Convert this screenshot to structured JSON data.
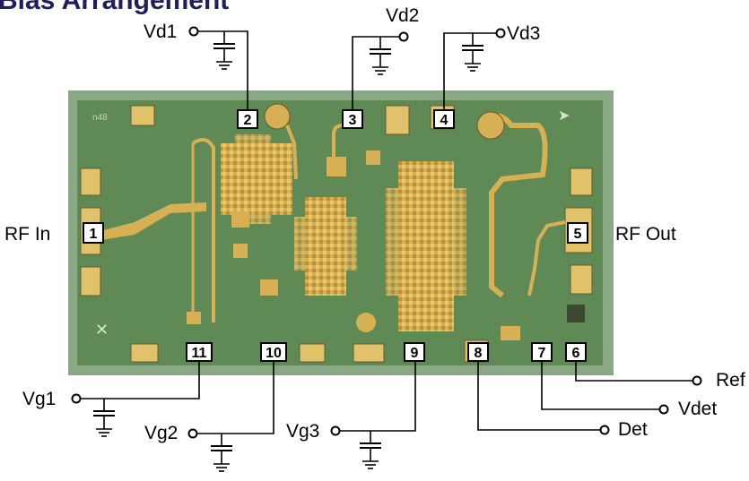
{
  "title": "Bias Arrangement",
  "colors": {
    "title": "#1f1f5e",
    "die_bg": "#8aa883",
    "die_body": "#5f8a55",
    "gold": "#d8b054"
  },
  "pins": {
    "p1": "1",
    "p2": "2",
    "p3": "3",
    "p4": "4",
    "p5": "5",
    "p6": "6",
    "p7": "7",
    "p8": "8",
    "p9": "9",
    "p10": "10",
    "p11": "11"
  },
  "labels": {
    "vd1": "Vd1",
    "vd2": "Vd2",
    "vd3": "Vd3",
    "rf_in": "RF In",
    "rf_out": "RF Out",
    "vg1": "Vg1",
    "vg2": "Vg2",
    "vg3": "Vg3",
    "det": "Det",
    "vdet": "Vdet",
    "ref": "Ref"
  },
  "die_marking": "n48",
  "icons": [
    "capacitor-icon",
    "ground-icon",
    "terminal-icon"
  ]
}
